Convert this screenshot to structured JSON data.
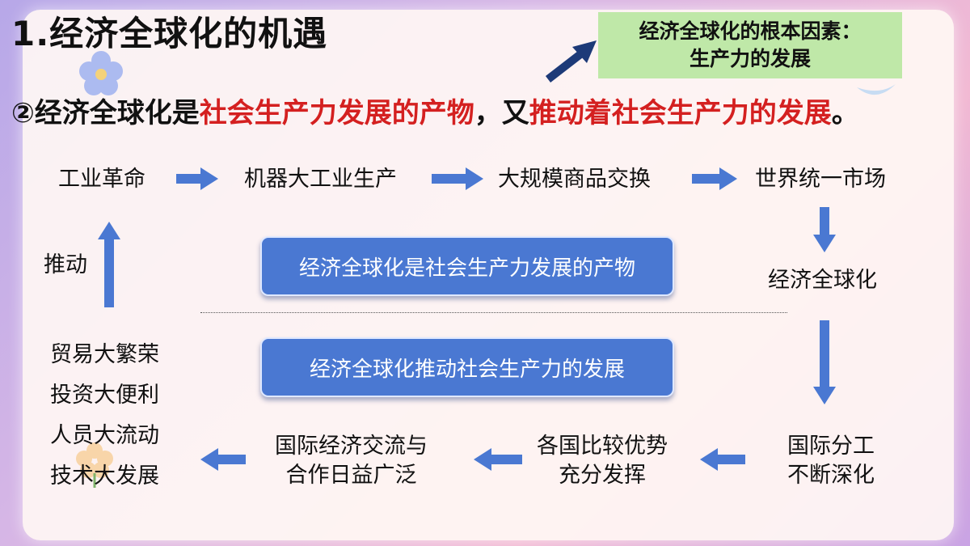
{
  "header": {
    "title": "1.经济全球化的机遇",
    "note_line1": "经济全球化的根本因素：",
    "note_line2": "生产力的发展"
  },
  "subtitle": {
    "prefix": "②经济全球化是",
    "red1": "社会生产力发展的产物",
    "middle": "，又",
    "red2": "推动着社会生产力的发展",
    "suffix": "。"
  },
  "flow": {
    "top_row": [
      "工业革命",
      "机器大工业生产",
      "大规模商品交换",
      "世界统一市场"
    ],
    "right_col": [
      "经济全球化",
      "国际分工",
      "不断深化"
    ],
    "bottom_row": {
      "cooperation_l1": "国际经济交流与",
      "cooperation_l2": "合作日益广泛",
      "advantage_l1": "各国比较优势",
      "advantage_l2": "充分发挥"
    },
    "left_col": {
      "push_label": "推动",
      "results": [
        "贸易大繁荣",
        "投资大便利",
        "人员大流动",
        "技术大发展"
      ]
    }
  },
  "callouts": {
    "product": "经济全球化是社会生产力发展的产物",
    "promote": "经济全球化推动社会生产力的发展"
  },
  "colors": {
    "arrow": "#4a78d2",
    "pill": "#4a78d2",
    "note_bg": "#bfe8a8",
    "emphasis": "#d42020",
    "pointer_arrow": "#1d3a78"
  }
}
